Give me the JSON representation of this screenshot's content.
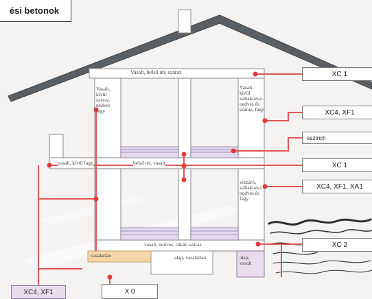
{
  "title": "ési betonok",
  "interior_labels": {
    "roof_slab": "Vasalt, belső tér, száraz",
    "upper_left_wall": "Vasalt, kívül száraz, nedves fagy",
    "upper_right_wall": "Vasalt, kívül váltakozva nedves és száraz, fagy",
    "balcony": "vasalt, kívül fagy",
    "mid_slab": "belső tér, vasalt",
    "lower_right_wall": "vízzáró, váltakozva nedves és fagy",
    "ground_slab": "vasalt, nedves, ritkán száraz",
    "foundation_left": "vasalatlan",
    "foundation_mid": "alap, vasalatlan",
    "foundation_right": "alap, vasalt"
  },
  "class_boxes": {
    "xc1_top": "XC 1",
    "xc4_xf1_upper": "XC4, XF1",
    "estrich": "esztrich",
    "xc1_mid": "XC 1",
    "xc4_xf1_xa": "XC4, XF1, XA1",
    "xc2": "XC 2",
    "xc4_xf1_bottom": "XC4, XF1",
    "x0": "X 0"
  },
  "colors": {
    "connector": "#e25555",
    "dot": "#e03a3a",
    "violet": "#e8dcee",
    "orange": "#f5d6a8"
  }
}
